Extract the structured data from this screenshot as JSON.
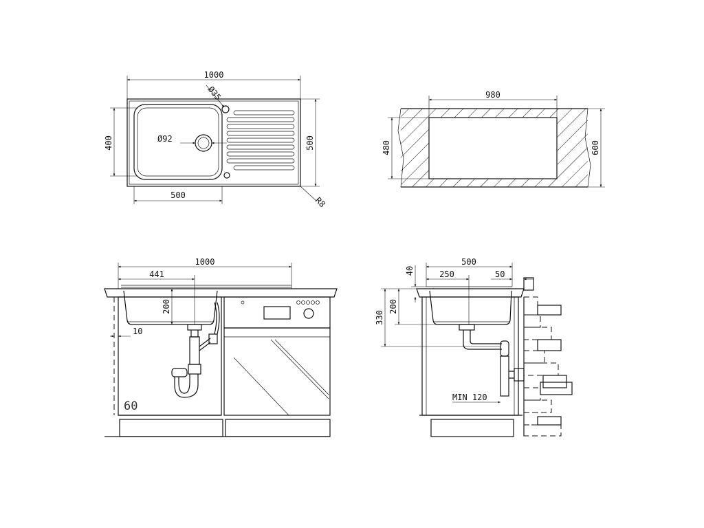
{
  "top_view": {
    "width_total": "1000",
    "height_total": "500",
    "bowl_height": "400",
    "bowl_width": "500",
    "tap_hole": "Ø35",
    "drain_dia": "Ø92",
    "corner_radius": "R8"
  },
  "cutout": {
    "cut_width": "980",
    "cut_height": "480",
    "worktop_depth": "600"
  },
  "front_view": {
    "width": "1000",
    "drain_offset": "441",
    "bowl_depth": "200",
    "wall_offset": "10",
    "cabinet_label": "60"
  },
  "side_view": {
    "depth": "500",
    "drain_center": "250",
    "back_offset": "50",
    "top_thickness": "40",
    "bowl_depth": "200",
    "total_height": "330",
    "min_clearance": "MIN 120"
  }
}
